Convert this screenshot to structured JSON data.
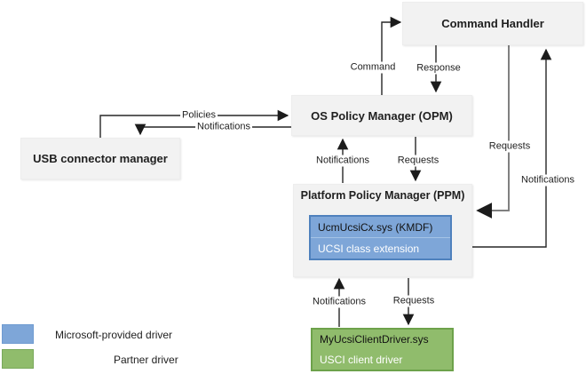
{
  "diagram": {
    "nodes": {
      "command_handler": {
        "title": "Command Handler"
      },
      "opm": {
        "title": "OS Policy Manager (OPM)"
      },
      "usb_connector_manager": {
        "title": "USB connector manager"
      },
      "ppm": {
        "title": "Platform Policy Manager (PPM)"
      },
      "ucsi_class_extension": {
        "line1": "UcmUcsiCx.sys (KMDF)",
        "line2": "UCSI class extension"
      },
      "ucsi_client_driver": {
        "line1": "MyUcsiClientDriver.sys",
        "line2": "USCI client driver"
      }
    },
    "edge_labels": {
      "command": "Command",
      "response": "Response",
      "policies": "Policies",
      "notifications_usb": "Notifications",
      "notifications_opm": "Notifications",
      "requests_opm_ppm": "Requests",
      "requests_ch_ppm": "Requests",
      "notifications_ppm_ch": "Notifications",
      "notifications_client_ppm": "Notifications",
      "requests_ppm_client": "Requests"
    },
    "legend": {
      "items": [
        {
          "color": "#7ea6d8",
          "label": "Microsoft-provided driver"
        },
        {
          "color": "#90bc6c",
          "label": "Partner driver"
        }
      ]
    },
    "colors": {
      "microsoft_blue_fill": "#7ea6d8",
      "microsoft_blue_border": "#4f81bd",
      "partner_green_fill": "#90bc6c",
      "partner_green_border": "#6da24b",
      "node_gray": "#f2f2f2",
      "connector_dark": "#262626",
      "connector_gray": "#808080"
    }
  }
}
